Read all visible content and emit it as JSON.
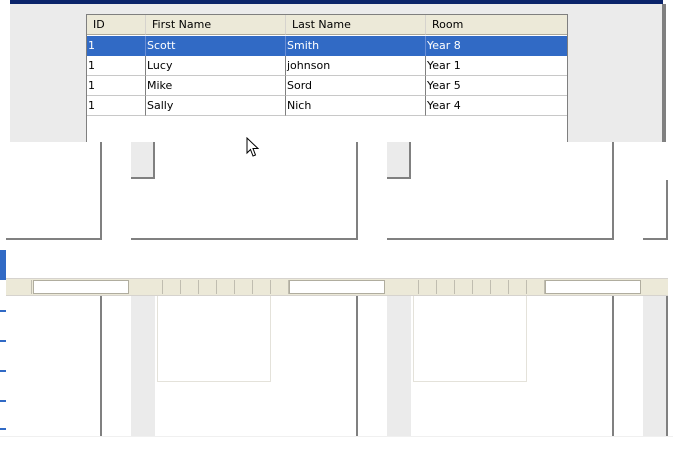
{
  "table": {
    "columns": [
      "ID",
      "First Name",
      "Last Name",
      "Room"
    ],
    "rows": [
      {
        "id": "1",
        "first_name": "Scott",
        "last_name": "Smith",
        "room": "Year 8",
        "selected": true
      },
      {
        "id": "1",
        "first_name": "Lucy",
        "last_name": "johnson",
        "room": "Year 1",
        "selected": false
      },
      {
        "id": "1",
        "first_name": "Mike",
        "last_name": "Sord",
        "room": "Year 5",
        "selected": false
      },
      {
        "id": "1",
        "first_name": "Sally",
        "last_name": "Nich",
        "room": "Year 4",
        "selected": false
      }
    ]
  },
  "colors": {
    "title_bar": "#0a246a",
    "selection": "#316ac5",
    "header_bg": "#ece9d8",
    "dialog_bg": "#ebebeb"
  },
  "icons": {
    "cursor": "mouse-pointer-icon"
  }
}
